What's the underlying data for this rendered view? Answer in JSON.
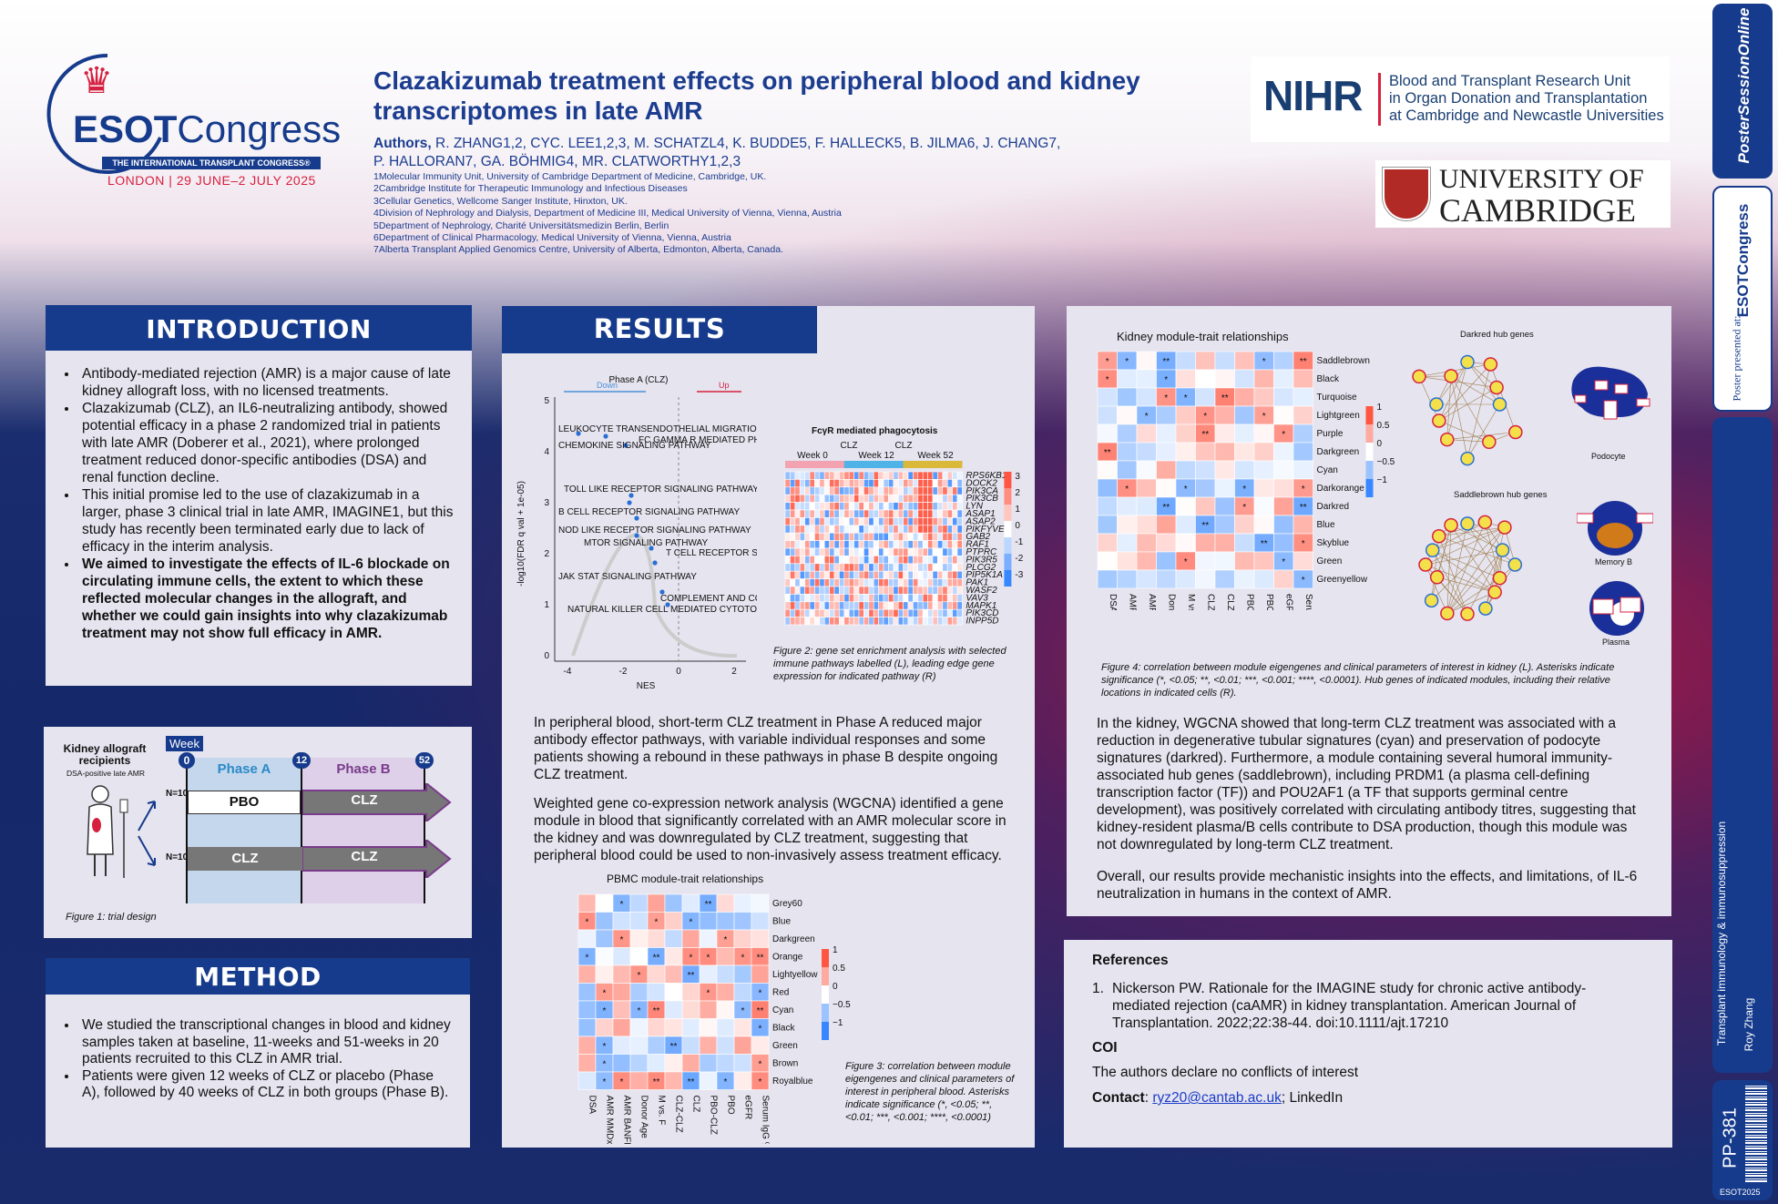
{
  "header": {
    "congress": {
      "name1": "ESOT",
      "name2": "Congress",
      "tagline": "THE INTERNATIONAL TRANSPLANT CONGRESS®",
      "location": "LONDON | 29 JUNE–2 JULY 2025"
    },
    "title_line1": "Clazakizumab treatment effects on peripheral blood and kidney",
    "title_line2": "transcriptomes in late AMR",
    "authors_line1": "R. ZHANG1,2, CYC. LEE1,2,3, M. SCHATZL4, K. BUDDE5, F. HALLECK5, B. JILMA6, J. CHANG7,",
    "authors_label": "Authors,",
    "authors_line2": "P. HALLORAN7, GA. BÖHMIG4, MR. CLATWORTHY1,2,3",
    "affiliations": [
      "1Molecular Immunity Unit, University of Cambridge Department of Medicine, Cambridge, UK.",
      "2Cambridge Institute for Therapeutic Immunology and Infectious Diseases",
      "3Cellular Genetics, Wellcome Sanger Institute, Hinxton, UK.",
      "4Division of Nephrology and Dialysis, Department of Medicine III, Medical University of Vienna, Vienna, Austria",
      "5Department of Nephrology, Charité Universitätsmedizin Berlin, Berlin",
      "6Department of Clinical Pharmacology, Medical University of Vienna, Vienna, Austria",
      "7Alberta Transplant Applied Genomics Centre, University of Alberta, Edmonton, Alberta, Canada."
    ],
    "nihr": {
      "abbr": "NIHR",
      "l1": "Blood and Transplant Research Unit",
      "l2": "in Organ Donation and Transplantation",
      "l3": "at Cambridge and Newcastle Universities"
    },
    "cambridge": {
      "l1": "UNIVERSITY OF",
      "l2": "CAMBRIDGE"
    }
  },
  "introduction": {
    "heading": "INTRODUCTION",
    "bullets": [
      "Antibody-mediated rejection (AMR) is a major cause of late kidney allograft loss, with no licensed treatments.",
      "Clazakizumab (CLZ), an IL6-neutralizing antibody, showed potential efficacy in a phase 2 randomized trial in patients with late AMR (Doberer et al., 2021), where prolonged treatment reduced donor-specific antibodies (DSA) and renal function decline.",
      "This initial promise led to the use of clazakizumab in a larger, phase 3 clinical trial in late AMR, IMAGINE1, but this study has recently been terminated early due to lack of efficacy in the interim analysis."
    ],
    "aim": "We aimed to investigate the effects of IL-6 blockade on circulating immune cells, the extent to which these reflected molecular changes in the allograft, and whether we could gain insights into why clazakizumab treatment may not show full efficacy in AMR."
  },
  "trial": {
    "recipients": "Kidney allograft recipients",
    "sub": "DSA-positive late AMR",
    "week_label": "Week",
    "weeks": [
      "0",
      "12",
      "52"
    ],
    "phase_a": "Phase A",
    "phase_b": "Phase B",
    "n1": "N=10",
    "n2": "N=10",
    "arm1": [
      "PBO",
      "CLZ"
    ],
    "arm2": [
      "CLZ",
      "CLZ"
    ],
    "caption": "Figure 1: trial design"
  },
  "method": {
    "heading": "METHOD",
    "bullets": [
      "We studied the transcriptional changes in blood and kidney samples taken at baseline, 11-weeks and 51-weeks in 20 patients recruited to this CLZ in AMR trial.",
      "Patients were given 12 weeks of CLZ or placebo (Phase A), followed by 40 weeks of CLZ in both groups (Phase B)."
    ]
  },
  "results": {
    "heading": "RESULTS",
    "gsea": {
      "title": "Phase A (CLZ)",
      "down": "Down",
      "up": "Up",
      "xlabel": "NES",
      "ylabel": "-log10(FDR q val + 1e-05)",
      "xticks": [
        "-4",
        "-2",
        "0",
        "2"
      ],
      "yticks": [
        "0",
        "1",
        "2",
        "3",
        "4",
        "5"
      ],
      "pathways": [
        "LEUKOCYTE TRANSENDOTHELIAL MIGRATION",
        "FC GAMMA R MEDIATED PHAGOCYTOSIS",
        "CHEMOKINE SIGNALING PATHWAY",
        "TOLL LIKE RECEPTOR SIGNALING PATHWAY",
        "B CELL RECEPTOR SIGNALING PATHWAY",
        "NOD LIKE RECEPTOR SIGNALING PATHWAY",
        "MTOR SIGNALING PATHWAY",
        "T CELL RECEPTOR SIGNALING PATHWAY",
        "JAK STAT SIGNALING PATHWAY",
        "COMPLEMENT AND COAGULATION CASCADES",
        "NATURAL KILLER CELL MEDIATED CYTOTOXICITY"
      ]
    },
    "fcyr": {
      "title": "FcγR mediated phagocytosis",
      "groups": [
        "CLZ",
        "CLZ"
      ],
      "weeks": [
        "Week 0",
        "Week 12",
        "Week 52"
      ],
      "genes": [
        "RPS6KB1",
        "DOCK2",
        "PIK3CA",
        "PIK3CB",
        "LYN",
        "ASAP1",
        "ASAP2",
        "PIKFYVE",
        "GAB2",
        "RAF1",
        "PTPRC",
        "PIK3R5",
        "PLCG2",
        "PIP5K1A",
        "PAK1",
        "WASF2",
        "VAV3",
        "MAPK1",
        "PIK3CD",
        "INPP5D"
      ],
      "scale": [
        "3",
        "2",
        "1",
        "0",
        "-1",
        "-2",
        "-3"
      ]
    },
    "fig2_caption": "Figure 2: gene set enrichment analysis with selected immune pathways labelled (L), leading edge gene expression for indicated pathway (R)",
    "para1": "In peripheral blood, short-term CLZ treatment in Phase A reduced major antibody effector pathways, with variable individual responses and some patients showing a rebound in these pathways in phase B despite ongoing CLZ treatment.",
    "para2": "Weighted gene co-expression network analysis (WGCNA) identified a gene module in blood that significantly correlated with an AMR molecular score in the kidney and was downregulated by CLZ treatment, suggesting that peripheral blood could be used to non-invasively assess treatment efficacy.",
    "pbmc": {
      "title": "PBMC module-trait relationships",
      "modules": [
        "Grey60",
        "Blue",
        "Darkgreen",
        "Orange",
        "Lightyellow",
        "Red",
        "Cyan",
        "Black",
        "Green",
        "Brown",
        "Royalblue"
      ],
      "traits": [
        "DSA",
        "AMR MMDx",
        "AMR BANFF",
        "Donor Age",
        "M vs. F",
        "CLZ-CLZ",
        "CLZ",
        "PBO-CLZ",
        "PBO",
        "eGFR",
        "Serum IgG %"
      ],
      "scale": [
        "1",
        "0.5",
        "0",
        "−0.5",
        "−1"
      ]
    },
    "fig3_caption": "Figure 3: correlation between module eigengenes and clinical parameters of interest in peripheral blood. Asterisks indicate significance (*, <0.05; **, <0.01; ***, <0.001; ****, <0.0001)"
  },
  "kidney": {
    "title": "Kidney module-trait relationships",
    "modules": [
      "Saddlebrown",
      "Black",
      "Turquoise",
      "Lightgreen",
      "Purple",
      "Darkgreen",
      "Cyan",
      "Darkorange",
      "Darkred",
      "Blue",
      "Skyblue",
      "Green",
      "Greenyellow"
    ],
    "traits": [
      "DSA",
      "AMR MMDx",
      "AMR BANFF",
      "Donor Age",
      "M vs. F",
      "CLZ-CLZ",
      "CLZ",
      "PBO-CLZ",
      "PBO",
      "eGFR",
      "Serum IgG %"
    ],
    "scale": [
      "1",
      "0.5",
      "0",
      "−0.5",
      "−1"
    ],
    "hub1_title": "Darkred hub genes",
    "hub2_title": "Saddlebrown hub genes",
    "cell1": "Podocyte",
    "cell2": "Memory B",
    "cell3": "Plasma",
    "fig4_caption": "Figure 4: correlation between module eigengenes and clinical parameters of interest in kidney (L). Asterisks indicate significance (*, <0.05; **, <0.01; ***, <0.001; ****, <0.0001). Hub genes of indicated modules, including their relative locations in indicated cells (R).",
    "para1": "In the kidney, WGCNA showed that long-term CLZ treatment was associated with a reduction in degenerative tubular signatures (cyan) and preservation of podocyte signatures (darkred). Furthermore, a module containing several humoral immunity-associated hub genes (saddlebrown), including PRDM1 (a plasma cell-defining transcription factor (TF)) and POU2AF1 (a TF that supports germinal centre development), was positively correlated with circulating antibody titres, suggesting that kidney-resident plasma/B cells contribute to DSA production, though this module was not downregulated by long-term CLZ treatment.",
    "para2": "Overall, our results provide mechanistic insights into the effects, and limitations, of IL-6 neutralization in humans in the context of AMR."
  },
  "references": {
    "heading": "References",
    "ref1": "Nickerson PW. Rationale for the IMAGINE study for chronic active antibody-mediated rejection (caAMR) in kidney transplantation. American Journal of Transplantation. 2022;22:38-44. doi:10.1111/ajt.17210",
    "coi_heading": "COI",
    "coi": "The authors declare no conflicts of interest",
    "contact_label": "Contact",
    "email": "ryz20@cantab.ac.uk",
    "linkedin": "; LinkedIn"
  },
  "sidebar": {
    "poster": "PosterSessionOnline",
    "presented": "Poster presented at:",
    "esot": "ESOTCongress",
    "category": "Transplant immunology & immunosuppression",
    "author": "Roy Zhang",
    "code": "PP-381",
    "year": "ESOT2025"
  },
  "colors": {
    "navy": "#163b8c",
    "phase_a": "#c5d7ec",
    "phase_b": "#ddd0e8",
    "arrow": "#7a3b8c"
  }
}
